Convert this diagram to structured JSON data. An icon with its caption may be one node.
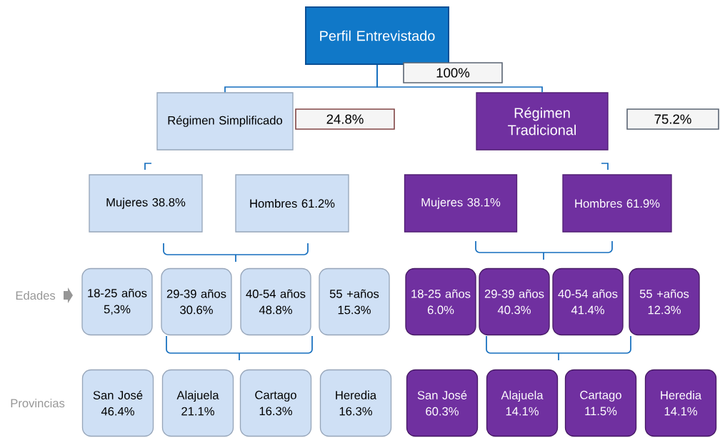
{
  "diagram": {
    "nodes": [
      {
        "text": [
          "Perfil Entrevistado"
        ]
      },
      {
        "text": [
          "100%"
        ]
      },
      {
        "text": [
          "Régimen Simplificado"
        ]
      },
      {
        "text": [
          "24.8%"
        ]
      },
      {
        "text": [
          "Régimen Tradicional"
        ]
      },
      {
        "text": [
          "75.2%"
        ]
      },
      {
        "text": [
          "Mujeres 38.8%"
        ]
      },
      {
        "text": [
          "Hombres 61.2%"
        ]
      },
      {
        "text": [
          "Mujeres 38.1%"
        ]
      },
      {
        "text": [
          "Hombres 61.9%"
        ]
      },
      {
        "text": [
          "18-25 años",
          "5,3%"
        ]
      },
      {
        "text": [
          "29-39 años",
          "30.6%"
        ]
      },
      {
        "text": [
          "40-54 años",
          "48.8%"
        ]
      },
      {
        "text": [
          "55 +años",
          "15.3%"
        ]
      },
      {
        "text": [
          "18-25 años",
          "6.0%"
        ]
      },
      {
        "text": [
          "29-39 años",
          "40.3%"
        ]
      },
      {
        "text": [
          "40-54 años",
          "41.4%"
        ]
      },
      {
        "text": [
          "55 +años",
          "12.3%"
        ]
      },
      {
        "text": [
          "San José",
          "46.4%"
        ]
      },
      {
        "text": [
          "Alajuela",
          "21.1%"
        ]
      },
      {
        "text": [
          "Cartago",
          "16.3%"
        ]
      },
      {
        "text": [
          "Heredia",
          "16.3%"
        ]
      },
      {
        "text": [
          "San José",
          "60.3%"
        ]
      },
      {
        "text": [
          "Alajuela",
          "14.1%"
        ]
      },
      {
        "text": [
          "Cartago",
          "11.5%"
        ]
      },
      {
        "text": [
          "Heredia",
          "14.1%"
        ]
      }
    ],
    "edges": [
      {
        "from": 0,
        "to": 2,
        "arrow": "none"
      },
      {
        "from": 0,
        "to": 4,
        "arrow": "none"
      }
    ],
    "labels": [
      "Edades",
      "Provincias"
    ]
  }
}
